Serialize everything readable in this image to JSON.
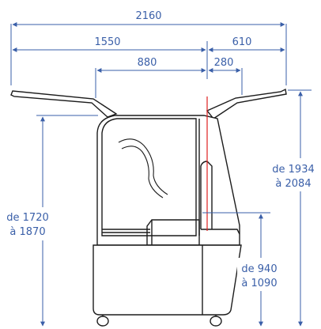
{
  "colors": {
    "dimension": "#3a5fa8",
    "outline": "#1c1c1c",
    "axis": "#e02020"
  },
  "labels": {
    "overall_width": "2160",
    "width_left": "1550",
    "width_right": "610",
    "inner_left": "880",
    "inner_right": "280",
    "height_open_line1": "de 1934",
    "height_open_line2": "à 2084",
    "height_body_line1": "de 1720",
    "height_body_line2": "à 1870",
    "height_counter_line1": "de 940",
    "height_counter_line2": "à 1090"
  }
}
